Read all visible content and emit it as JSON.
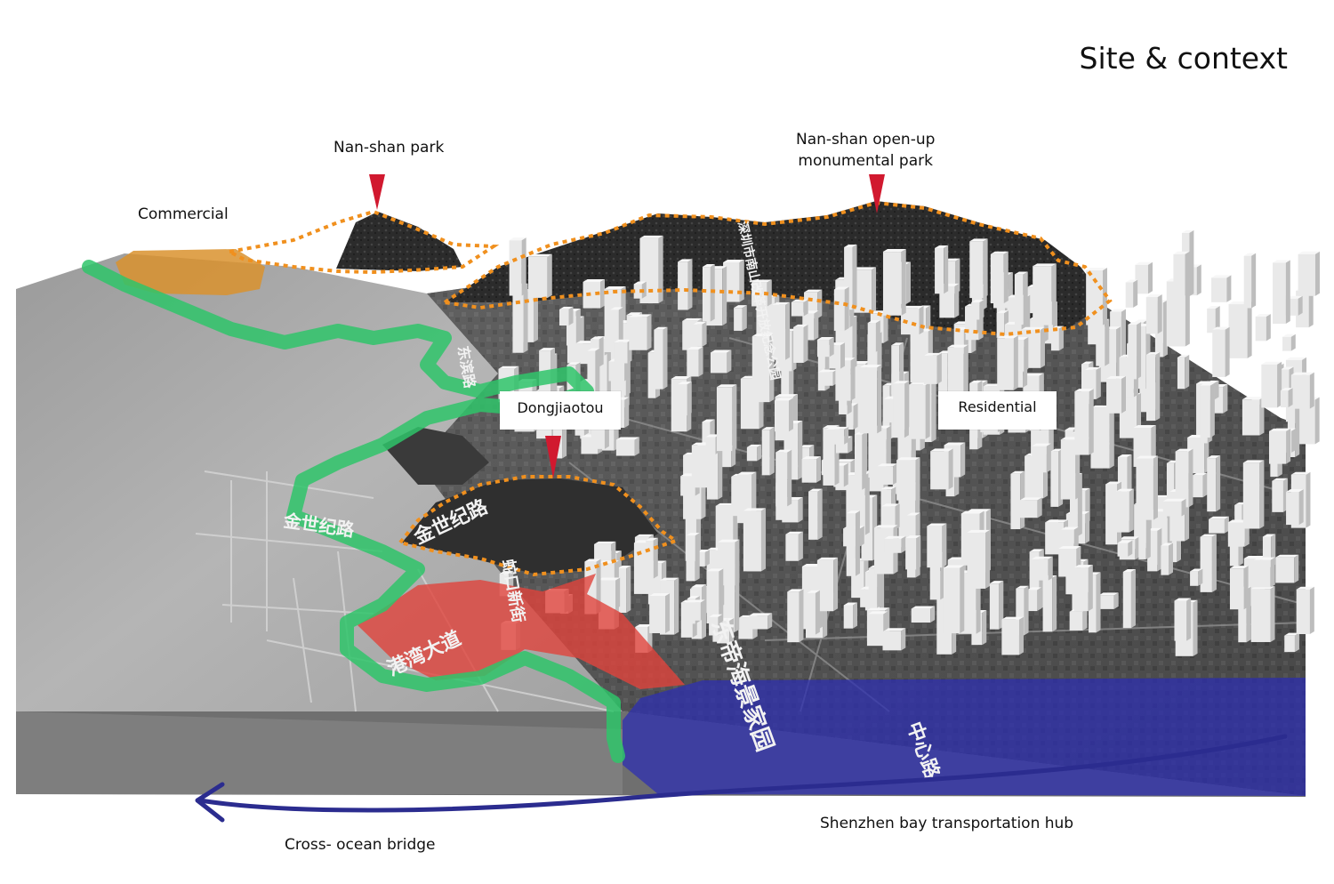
{
  "title": "Site & context",
  "labels": {
    "commercial": "Commercial",
    "nanshan_park": "Nan-shan park",
    "open_up_park": "Nan-shan open-up\nmonumental park",
    "dongjiaotou": "Dongjiaotou",
    "residential": "Residential",
    "transport_hub": "Shenzhen bay transportation hub",
    "bridge": "Cross- ocean bridge"
  },
  "map_text": {
    "road_jinshiji": "金世纪路",
    "road_jinshiji_2": "金世纪路",
    "road_dongbin": "东滨路",
    "road_dongdi": "东帝海景家园",
    "road_gangwan": "港湾大道",
    "road_zhongxin": "中心路",
    "road_shekou": "蛇口新街",
    "park_sign": "深圳市南山改革开放纪念公园"
  },
  "colors": {
    "route_arrow": "#2b2c8f",
    "hub_zone": "#2e2fb0",
    "commercial_zone": "#d9922e",
    "site_zone": "#e0443c",
    "green_path": "#2fc46a",
    "boundary_dots": "#f0901e",
    "pin": "#d1192f"
  }
}
